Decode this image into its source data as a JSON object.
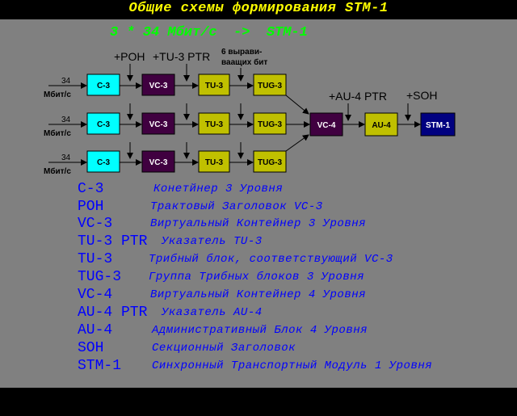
{
  "title": "Общие схемы формирования STM-1",
  "subtitle": "3 * 34 Мбит/с  ->  STM-1",
  "top_labels": {
    "poh": "+POH",
    "tu3_ptr": "+TU-3 PTR",
    "justify_line1": "6 вырави-",
    "justify_line2": "ваащих бит",
    "au4_ptr": "+AU-4 PTR",
    "soh": "+SOH"
  },
  "rows": [
    {
      "rate": "34",
      "unit": "Мбит/с",
      "c3": "C-3",
      "vc3": "VC-3",
      "tu3": "TU-3",
      "tug3": "TUG-3"
    },
    {
      "rate": "34",
      "unit": "Мбит/с",
      "c3": "C-3",
      "vc3": "VC-3",
      "tu3": "TU-3",
      "tug3": "TUG-3"
    },
    {
      "rate": "34",
      "unit": "Мбит/с",
      "c3": "C-3",
      "vc3": "VC-3",
      "tu3": "TU-3",
      "tug3": "TUG-3"
    }
  ],
  "right_blocks": {
    "vc4": "VC-4",
    "au4": "AU-4",
    "stm1": "STM-1"
  },
  "colors": {
    "c3": "#00ffff",
    "vc3": "#400040",
    "tu": "#c0c000",
    "vc4": "#400040",
    "stm1": "#000080",
    "legend_text": "#0000ff",
    "title": "#ffff00",
    "subtitle": "#00ff00"
  },
  "legend": [
    {
      "abbr": "C-3",
      "desc": "Конетйнер 3 Уровня"
    },
    {
      "abbr": "POH",
      "desc": "Трактовый Заголовок VC-3"
    },
    {
      "abbr": "VC-3",
      "desc": "Виртуальный Контейнер 3 Уровня"
    },
    {
      "abbr": "TU-3 PTR",
      "desc": "Указатель TU-3"
    },
    {
      "abbr": "TU-3",
      "desc": "Трибный блок, соответствующий VC-3"
    },
    {
      "abbr": "TUG-3",
      "desc": "Группа Трибных блоков 3 Уровня"
    },
    {
      "abbr": "VC-4",
      "desc": "Виртуальный Контейнер 4 Уровня"
    },
    {
      "abbr": "AU-4 PTR",
      "desc": "Указатель AU-4"
    },
    {
      "abbr": "AU-4",
      "desc": "Административный Блок 4 Уровня"
    },
    {
      "abbr": "SOH",
      "desc": "Секционный Заголовок"
    },
    {
      "abbr": "STM-1",
      "desc": "Синхронный Транспортный Модуль 1 Уровня"
    }
  ]
}
